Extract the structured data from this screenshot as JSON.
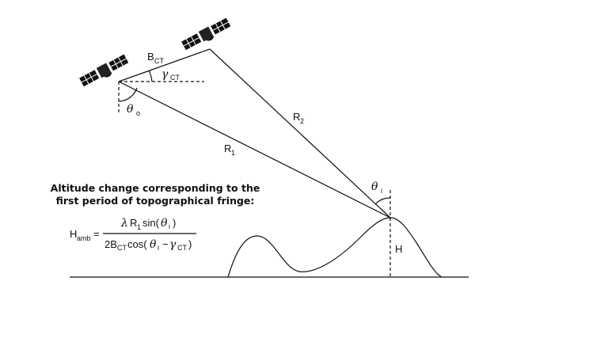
{
  "labels": {
    "baseline": "B",
    "baseline_sub": "CT",
    "tilt": "γ",
    "tilt_sub": "CT",
    "look_angle": "θ",
    "look_angle_sub": "o",
    "incidence": "θ",
    "incidence_sub": "i",
    "range1": "R",
    "range1_sub": "1",
    "range2": "R",
    "range2_sub": "2",
    "height": "H"
  },
  "caption": {
    "line1": "Altitude change corresponding to the",
    "line2": "first period of topographical fringe:"
  },
  "formula": {
    "lhs": "H",
    "lhs_sub": "amb",
    "equals": "=",
    "num_lambda": "λ",
    "num_R": "R",
    "num_R_sub": "1",
    "num_sin": "sin(",
    "num_theta": "θ",
    "num_theta_sub": "i",
    "num_close": ")",
    "den_2B": "2B",
    "den_2B_sub": "CT",
    "den_cos": "cos(",
    "den_theta": "θ",
    "den_theta_sub": "i",
    "den_minus": "−",
    "den_gamma": "γ",
    "den_gamma_sub": "CT",
    "den_close": ")"
  },
  "icons": [
    "satellite-icon",
    "satellite-icon"
  ]
}
